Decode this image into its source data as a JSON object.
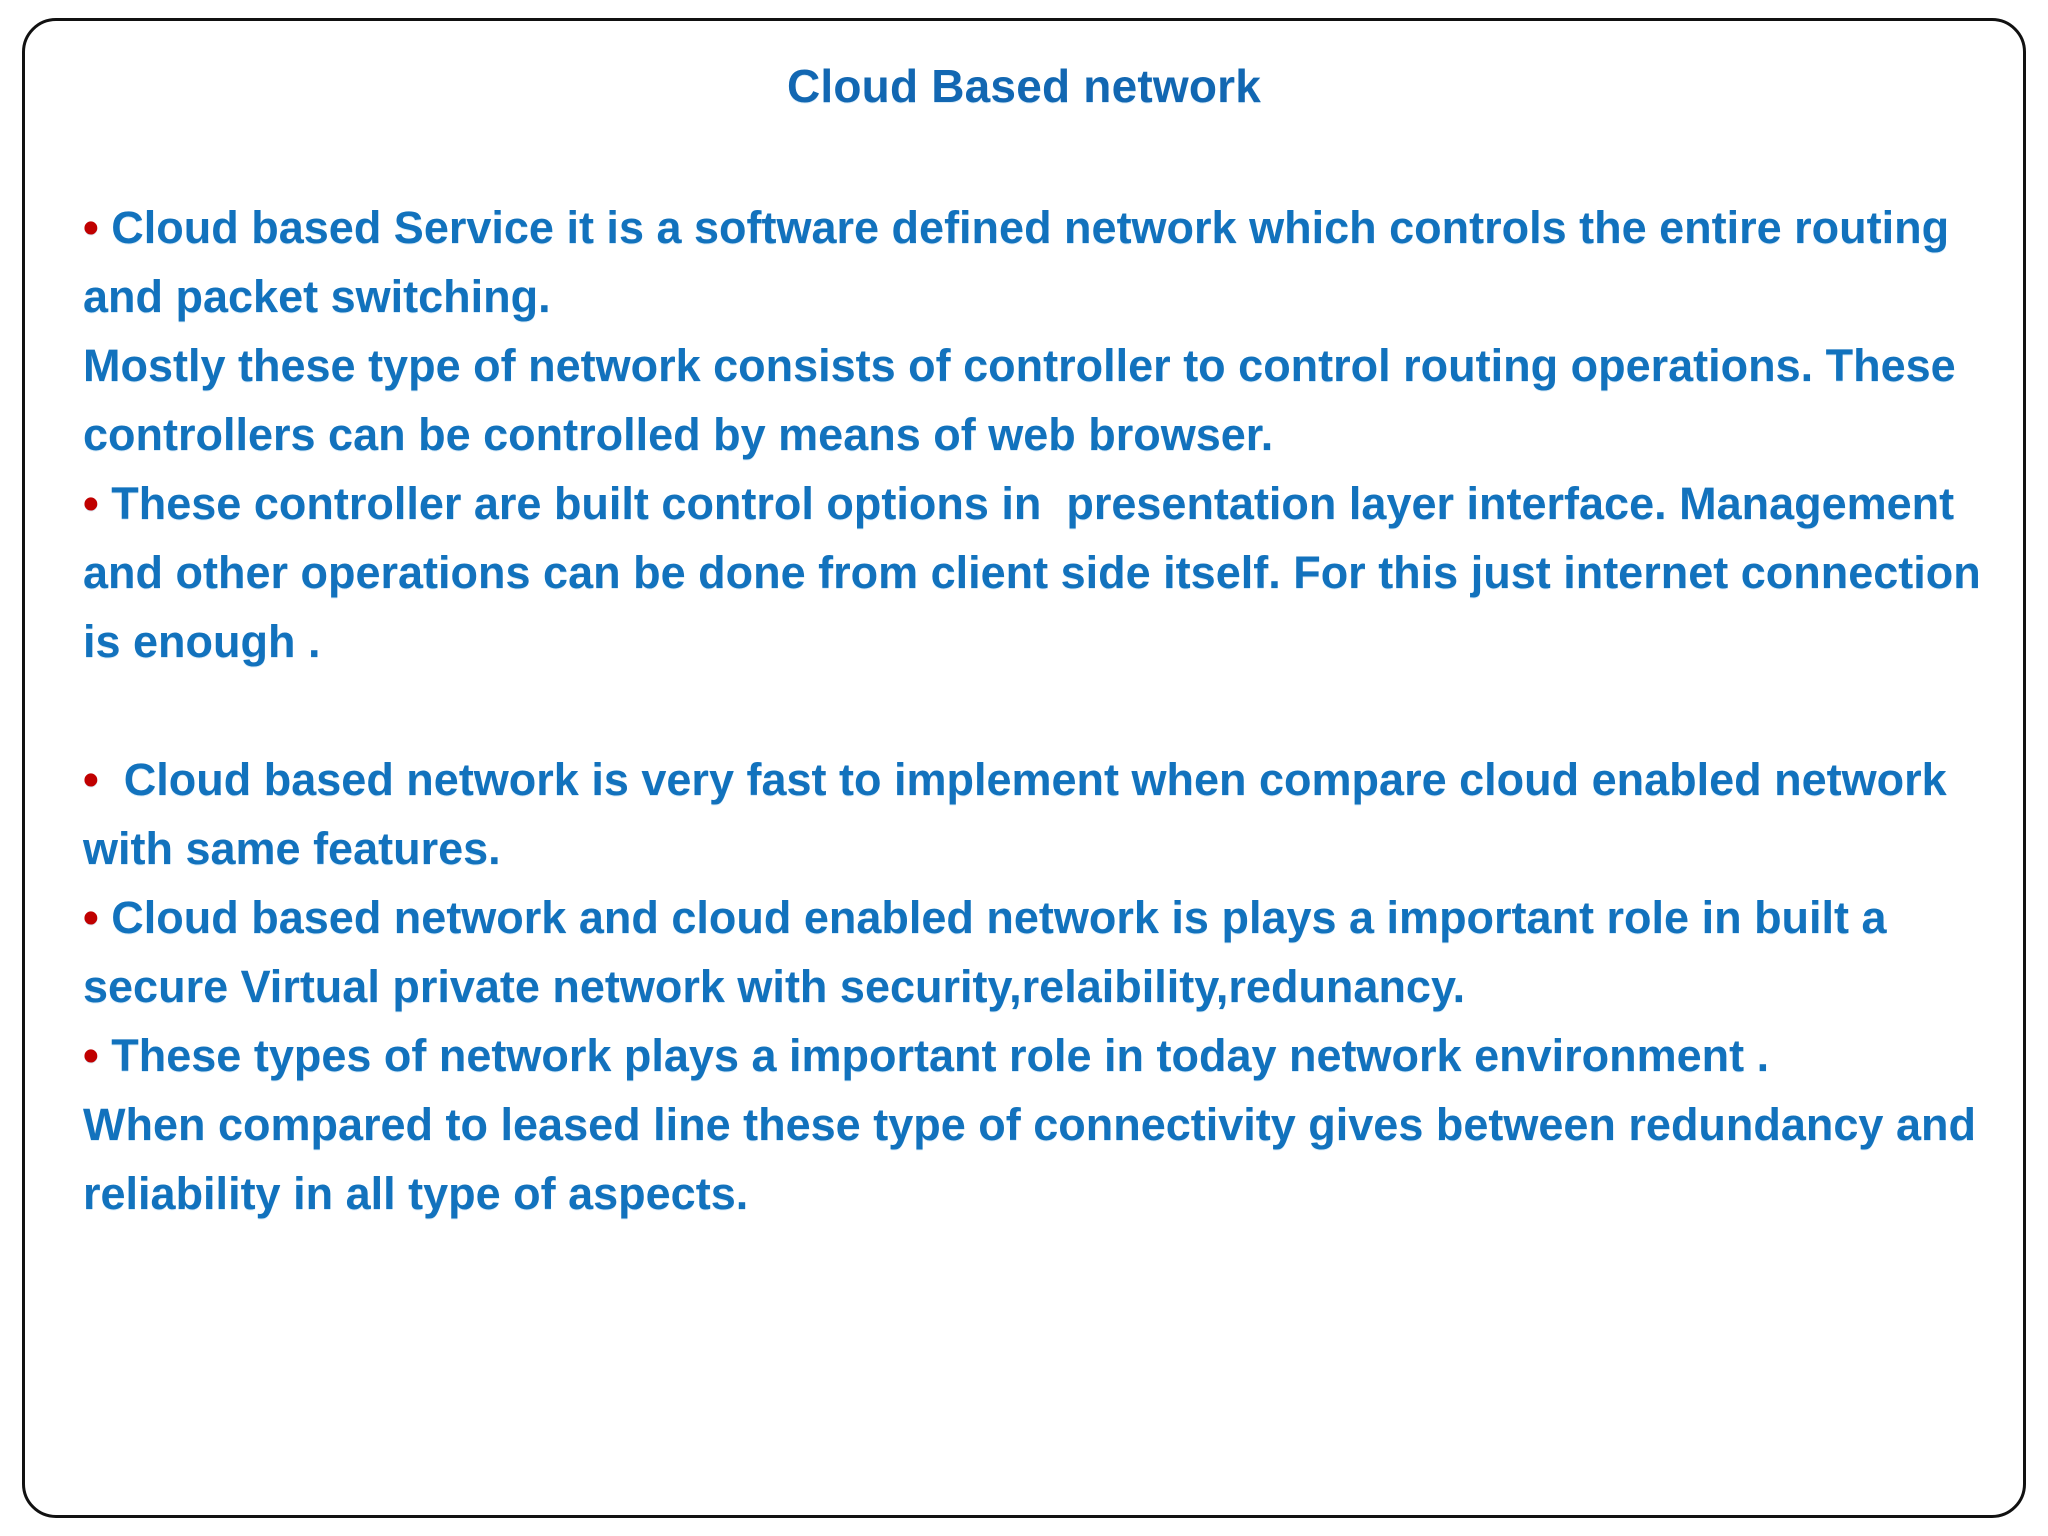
{
  "slide": {
    "title": "Cloud Based network",
    "title_color": "#1267b2",
    "text_color": "#1272bd",
    "bullet_color": "#c00000",
    "background_color": "#ffffff",
    "border_color": "#111111",
    "bullet_glyph": "•",
    "blocks": [
      {
        "id": "block-1",
        "bulleted": true,
        "text": "Cloud based Service it is a software defined network which controls the entire routing and packet switching.\nMostly these type of network consists of controller to control routing operations. These controllers can be controlled by means of web browser."
      },
      {
        "id": "block-2",
        "bulleted": true,
        "text": "These controller are built control options in  presentation layer interface. Management and other operations can be done from client side itself. For this just internet connection is enough ."
      },
      {
        "id": "block-spacer",
        "bulleted": false,
        "text": ""
      },
      {
        "id": "block-3",
        "bulleted": true,
        "text": " Cloud based network is very fast to implement when compare cloud enabled network with same features."
      },
      {
        "id": "block-4",
        "bulleted": true,
        "text": "Cloud based network and cloud enabled network is plays a important role in built a secure Virtual private network with security,relaibility,redunancy."
      },
      {
        "id": "block-5",
        "bulleted": true,
        "text": "These types of network plays a important role in today network environment .\nWhen compared to leased line these type of connectivity gives between redundancy and reliability in all type of aspects."
      }
    ]
  }
}
